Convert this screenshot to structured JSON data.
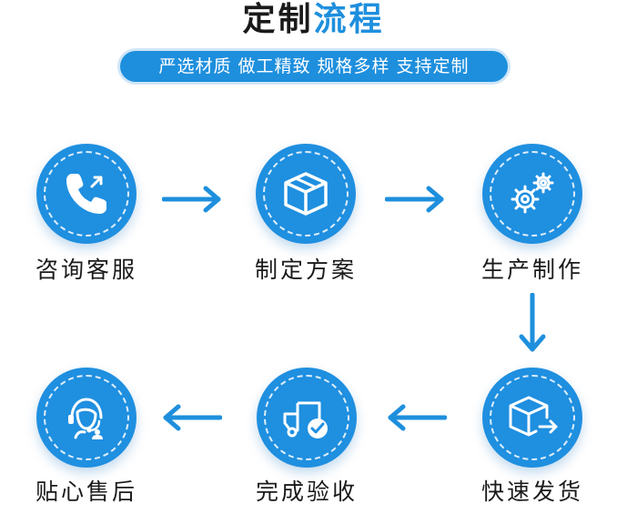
{
  "header": {
    "title_part1": "定制",
    "title_part2": "流程",
    "banner_text": "严选材质 做工精致 规格多样 支持定制"
  },
  "steps": [
    {
      "label": "咨询客服",
      "icon": "phone-icon"
    },
    {
      "label": "制定方案",
      "icon": "box-icon"
    },
    {
      "label": "生产制作",
      "icon": "gears-icon"
    },
    {
      "label": "快速发货",
      "icon": "shipping-box-icon"
    },
    {
      "label": "完成验收",
      "icon": "delivery-truck-check-icon"
    },
    {
      "label": "贴心售后",
      "icon": "customer-service-headset-icon"
    }
  ],
  "colors": {
    "accent": "#1e8fdd",
    "text": "#1a1a1a",
    "background": "#ffffff"
  }
}
